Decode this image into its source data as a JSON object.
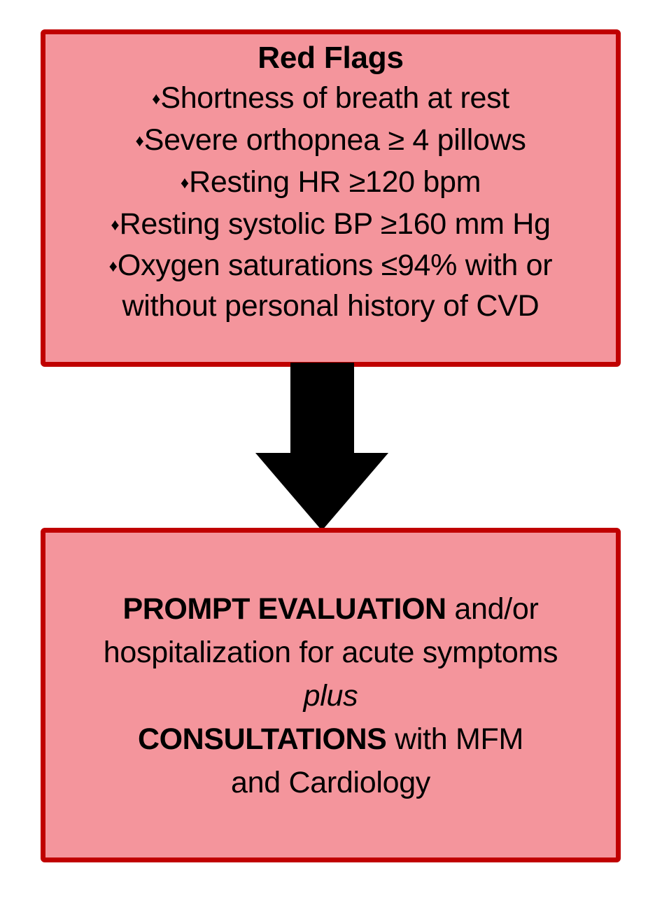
{
  "diagram": {
    "type": "flowchart",
    "orientation": "vertical",
    "colors": {
      "box_fill": "#F4959C",
      "box_border": "#C00000",
      "arrow": "#000000",
      "text": "#000000",
      "background": "#FFFFFF"
    },
    "nodes": [
      {
        "id": "red-flags",
        "title": "Red Flags",
        "bullet_marker": "♦",
        "items": [
          "Shortness of breath at rest",
          "Severe orthopnea ≥ 4 pillows",
          "Resting HR ≥120 bpm",
          "Resting systolic BP ≥160 mm Hg",
          "Oxygen saturations ≤94% with or without personal history of CVD"
        ]
      },
      {
        "id": "action",
        "lines": [
          {
            "bold": "PROMPT EVALUATION",
            "plain": " and/or"
          },
          {
            "plain": "hospitalization for acute symptoms"
          },
          {
            "italic": "plus"
          },
          {
            "bold": "CONSULTATIONS",
            "plain": " with MFM"
          },
          {
            "plain": "and Cardiology"
          }
        ]
      }
    ],
    "connector": {
      "name": "down-arrow",
      "from": "red-flags",
      "to": "action"
    }
  },
  "top_box": {
    "title": "Red Flags",
    "bullet": "♦",
    "item1": "Shortness of breath at rest",
    "item2": "Severe orthopnea ≥ 4 pillows",
    "item3": "Resting HR ≥120 bpm",
    "item4": "Resting systolic BP ≥160 mm Hg",
    "item5_line1": "Oxygen saturations ≤94% with or",
    "item5_line2": "without personal history of CVD"
  },
  "bottom_box": {
    "line1_bold": "PROMPT EVALUATION",
    "line1_plain": " and/or",
    "line2": "hospitalization for acute symptoms",
    "line3_italic": "plus",
    "line4_bold": "CONSULTATIONS",
    "line4_plain": " with MFM",
    "line5": "and Cardiology"
  }
}
